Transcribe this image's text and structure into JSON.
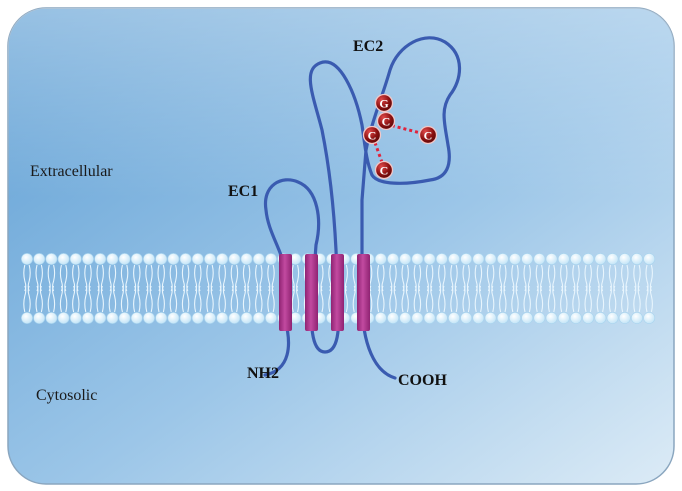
{
  "regions": {
    "extracellular": "Extracellular",
    "cytosolic": "Cytosolic"
  },
  "loops": {
    "ec1": "EC1",
    "ec2": "EC2"
  },
  "termini": {
    "n_terminus": "NH2",
    "c_terminus": "COOH"
  },
  "residues": {
    "glycine": "G",
    "cys_a": "C",
    "cys_b": "C",
    "cys_c": "C",
    "cys_d": "C"
  },
  "colors": {
    "background_light": "#dcebf6",
    "background_dark": "#5f9fd4",
    "protein_chain": "#3a5bb0",
    "transmembrane_helix": "#b2378f",
    "residue_fill": "#8b1010",
    "disulfide_bond": "#e0233c",
    "membrane_head": "#e6f4fc"
  },
  "counts": {
    "transmembrane_domains": 4,
    "disulfide_bonds": 2
  }
}
